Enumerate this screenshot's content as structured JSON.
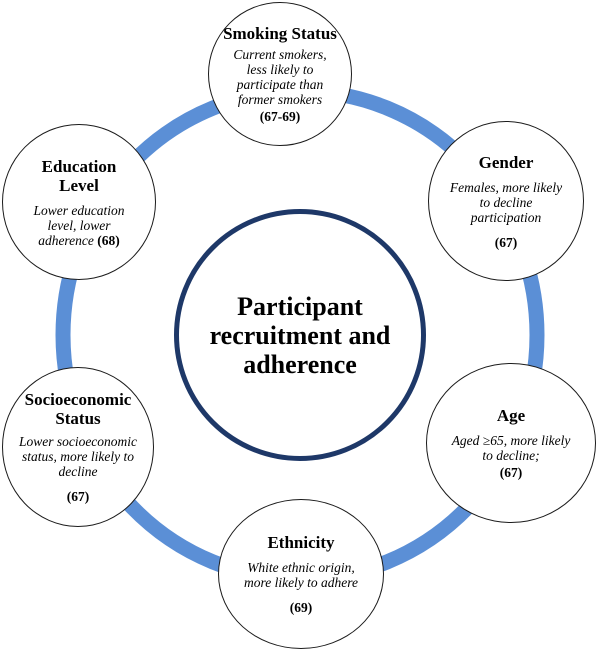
{
  "colors": {
    "ring": "#5b8fd6",
    "center_border": "#1e3868",
    "node_border": "#1b1b1b",
    "text": "#000000"
  },
  "center": {
    "label": "Participant recruitment and adherence"
  },
  "nodes": {
    "smoking": {
      "title": "Smoking Status",
      "description": "Current smokers, less likely to participate than former smokers",
      "reference": "(67-69)"
    },
    "gender": {
      "title": "Gender",
      "description": "Females, more likely to decline participation",
      "reference": "(67)"
    },
    "age": {
      "title": "Age",
      "description": "Aged ≥65, more likely to decline;",
      "reference": "(67)"
    },
    "ethnicity": {
      "title": "Ethnicity",
      "description": "White ethnic origin, more likely to adhere",
      "reference": "(69)"
    },
    "socioeconomic": {
      "title": "Socioeconomic Status",
      "description": "Lower socioeconomic status, more likely to decline",
      "reference": "(67)"
    },
    "education": {
      "title": "Education Level",
      "description": "Lower education level, lower adherence",
      "reference": "(68)"
    }
  }
}
